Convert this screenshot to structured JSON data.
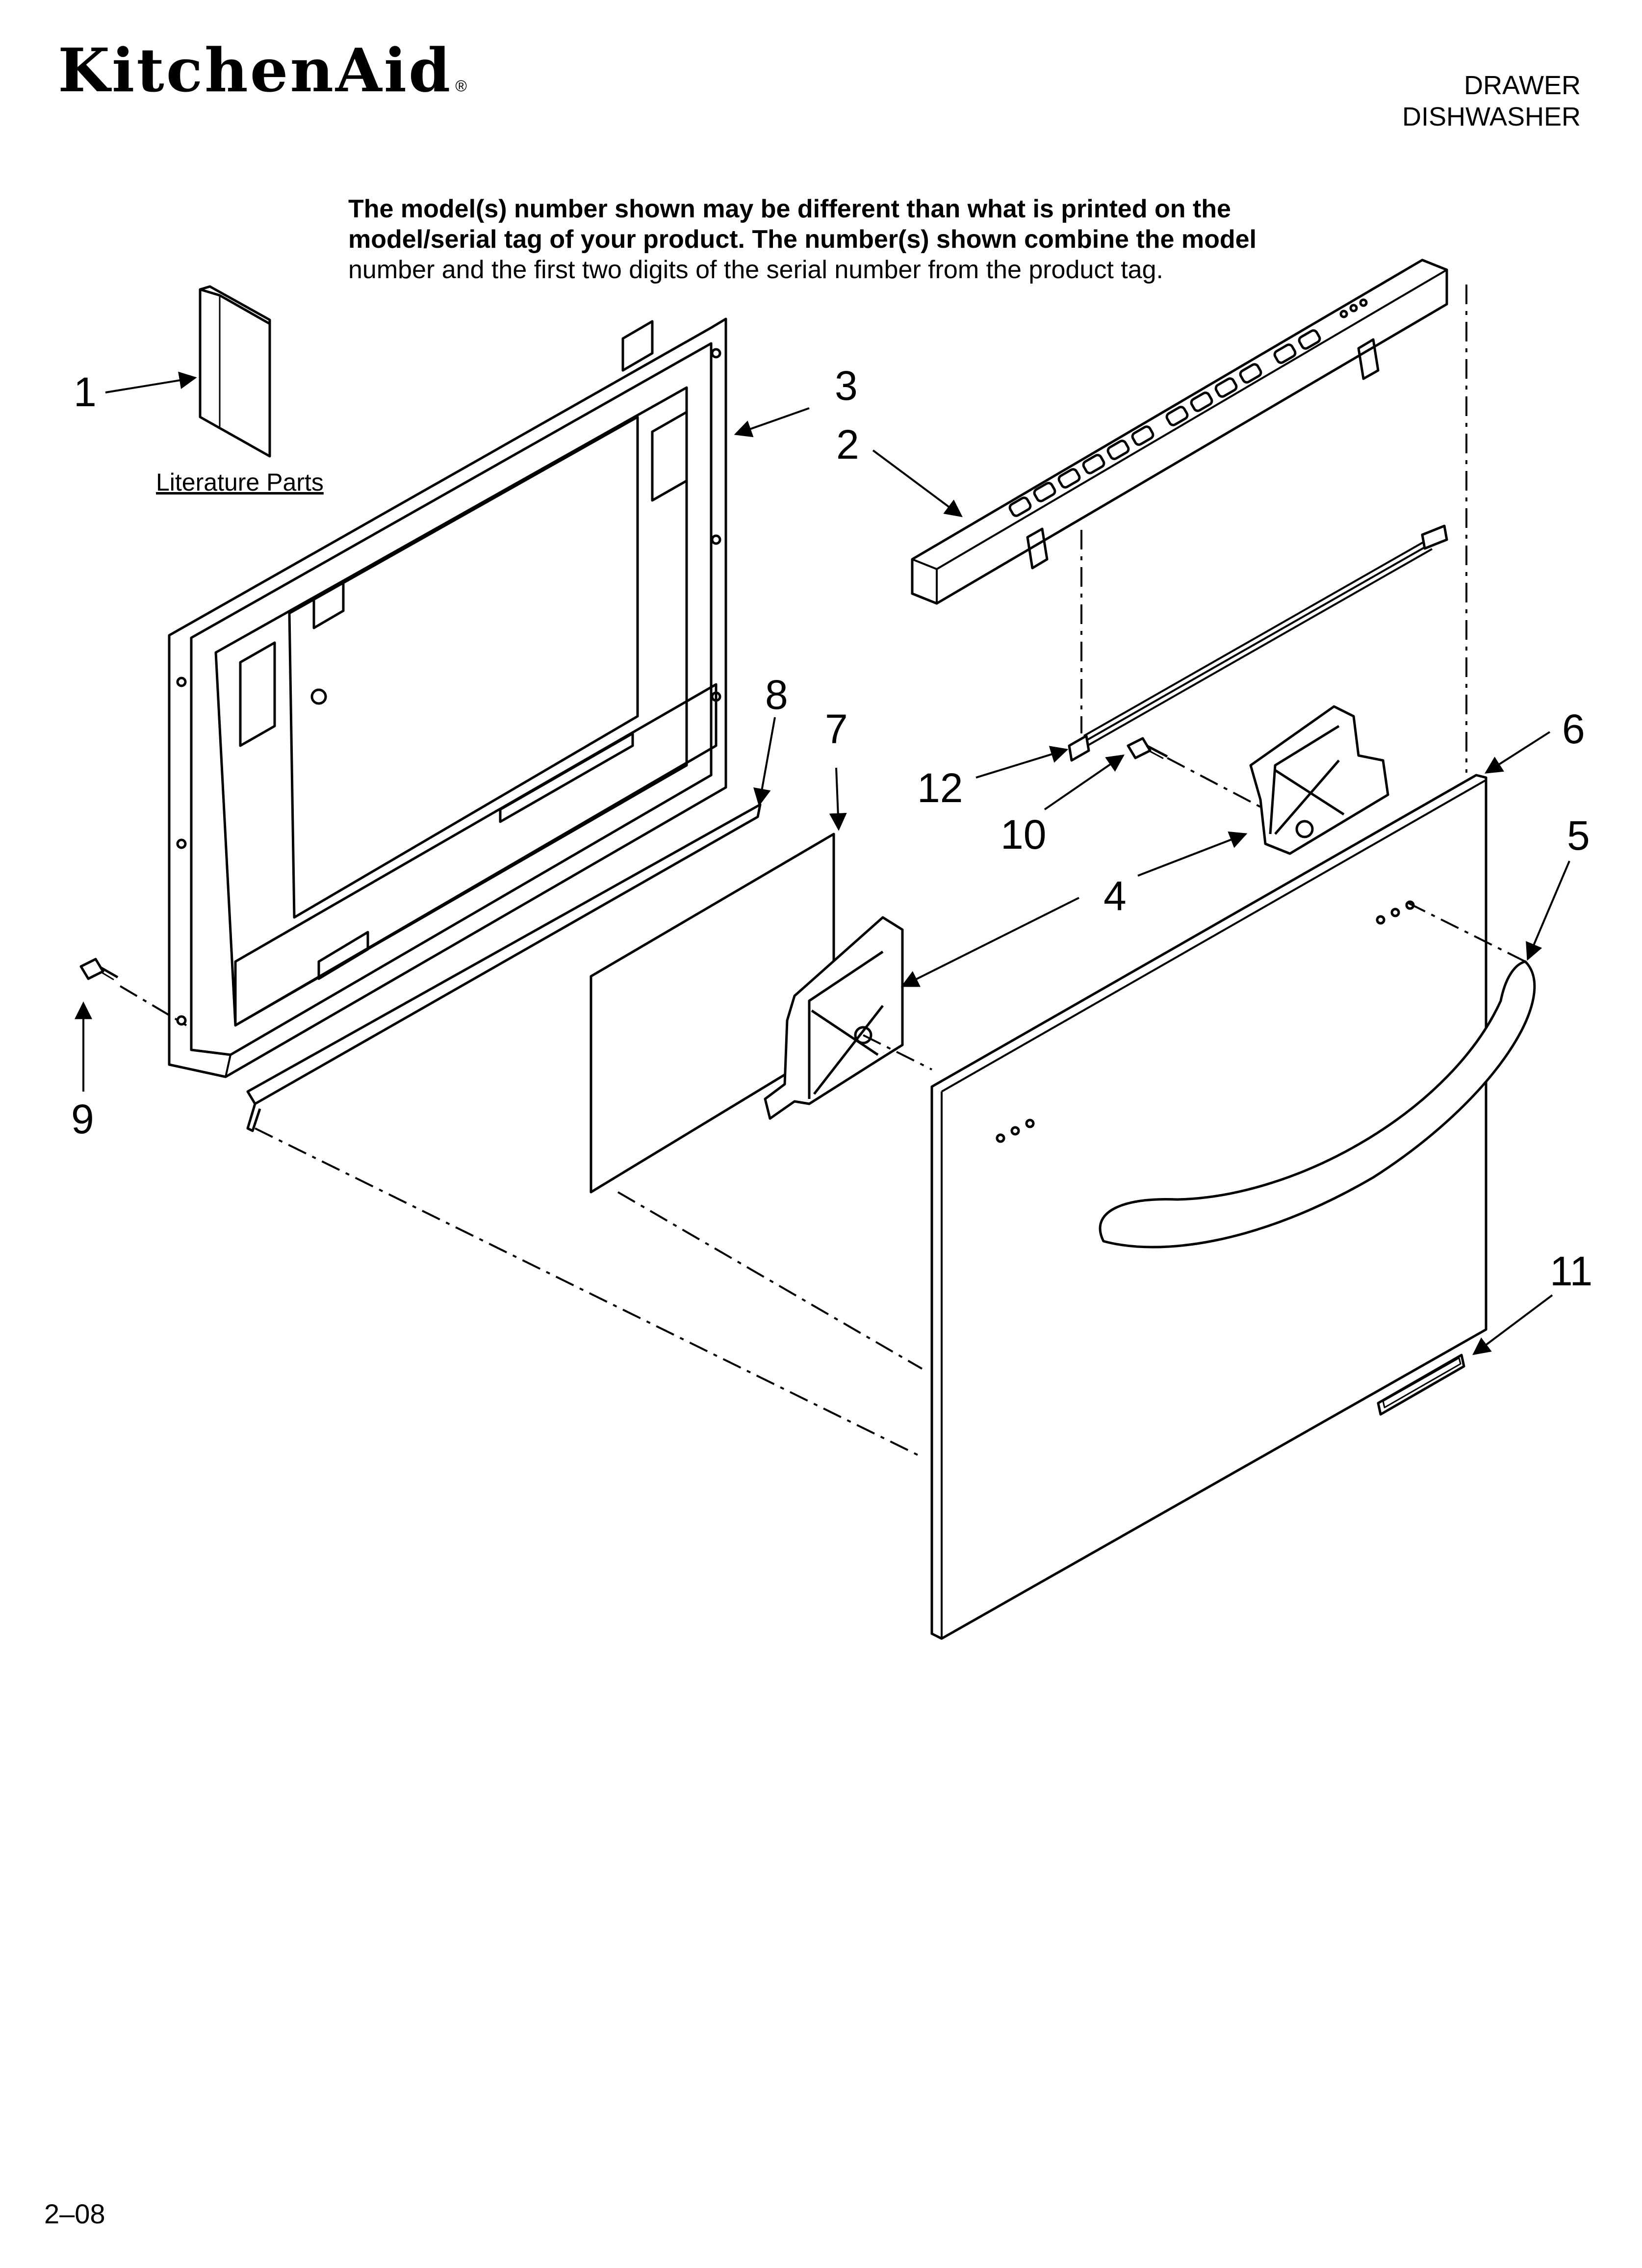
{
  "header": {
    "brand": "KitchenAid",
    "brand_mark": "®",
    "product_line1": "DRAWER",
    "product_line2": "DISHWASHER"
  },
  "note": {
    "line1": "The model(s) number shown may be different than what is printed on the",
    "line2": "model/serial tag of your product. The number(s) shown combine the model",
    "line3": "number and the first two digits of the serial number from the product tag."
  },
  "literature_label": "Literature Parts",
  "callouts": [
    "1",
    "2",
    "3",
    "4",
    "5",
    "6",
    "7",
    "8",
    "9",
    "10",
    "11",
    "12"
  ],
  "footer": {
    "page_code": "2–08"
  }
}
